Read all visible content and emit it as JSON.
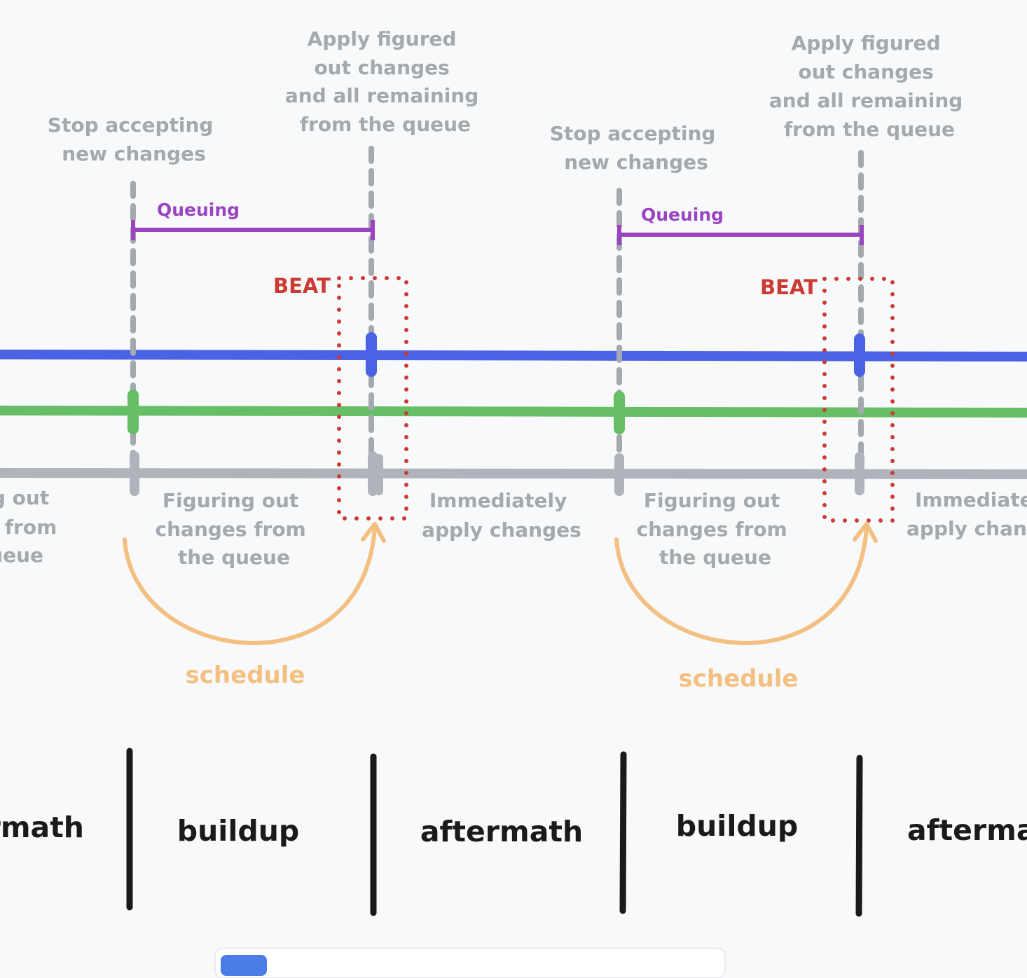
{
  "labels": {
    "stop_1": [
      "Stop accepting",
      "new changes"
    ],
    "stop_2": [
      "Stop accepting",
      "new changes"
    ],
    "apply_1": [
      "Apply figured",
      "out changes",
      "and all remaining",
      "from the queue"
    ],
    "apply_2": [
      "Apply figured",
      "out changes",
      "and all remaining",
      "from the queue"
    ],
    "queuing_1": "Queuing",
    "queuing_2": "Queuing",
    "beat_1": "BEAT",
    "beat_2": "BEAT",
    "figuring_left": [
      "g out",
      "s from",
      "ueue"
    ],
    "figuring_1": [
      "Figuring out",
      "changes from",
      "the queue"
    ],
    "figuring_2": [
      "Figuring out",
      "changes from",
      "the queue"
    ],
    "immediately_1": [
      "Immediately",
      "apply changes"
    ],
    "immediately_2": [
      "Immediate",
      "apply chang"
    ],
    "schedule_1": "schedule",
    "schedule_2": "schedule"
  },
  "phases": [
    "rmath",
    "buildup",
    "aftermath",
    "buildup",
    "afterma"
  ],
  "colors": {
    "background": "#f8f9fa",
    "blue_line": "#4a62e4",
    "green_line": "#66be66",
    "gray_line": "#afb4bb",
    "gray_text": "#a4a9b0",
    "queuing": "#9a44c0",
    "beat": "#cc3a34",
    "schedule": "#f3c082",
    "phase_divider": "#1a1a1a"
  }
}
